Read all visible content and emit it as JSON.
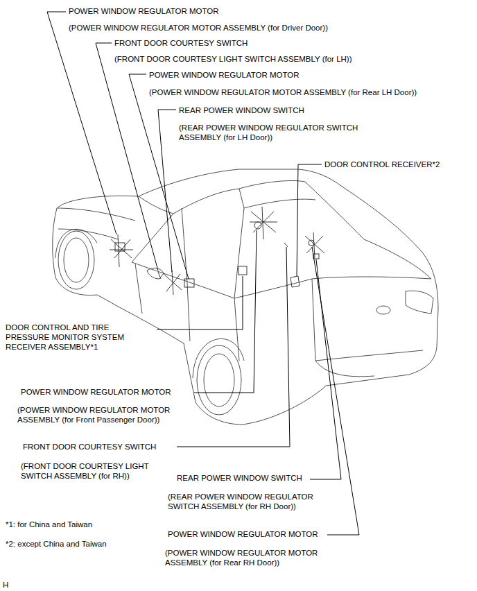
{
  "diagram": {
    "labels": [
      "POWER WINDOW REGULATOR MOTOR",
      "(POWER WINDOW REGULATOR MOTOR ASSEMBLY (for Driver Door))",
      "FRONT DOOR COURTESY SWITCH",
      "(FRONT DOOR COURTESY LIGHT SWITCH ASSEMBLY (for LH))",
      "POWER WINDOW REGULATOR MOTOR",
      "(POWER WINDOW REGULATOR MOTOR ASSEMBLY (for Rear LH Door))",
      "REAR POWER WINDOW SWITCH",
      "(REAR POWER WINDOW REGULATOR SWITCH ASSEMBLY (for LH Door))",
      "DOOR CONTROL RECEIVER*2",
      "DOOR CONTROL AND TIRE PRESSURE MONITOR SYSTEM RECEIVER ASSEMBLY*1",
      "POWER WINDOW REGULATOR MOTOR",
      "(POWER WINDOW REGULATOR MOTOR ASSEMBLY (for Front Passenger Door))",
      "FRONT DOOR COURTESY SWITCH",
      "(FRONT DOOR COURTESY LIGHT SWITCH ASSEMBLY (for RH))",
      "REAR POWER WINDOW SWITCH",
      "(REAR POWER WINDOW REGULATOR SWITCH ASSEMBLY (for RH Door))",
      "POWER WINDOW REGULATOR MOTOR",
      "(POWER WINDOW REGULATOR MOTOR ASSEMBLY (for Rear RH Door))",
      "*1: for China and Taiwan",
      "*2: except China and Taiwan",
      "H"
    ]
  }
}
